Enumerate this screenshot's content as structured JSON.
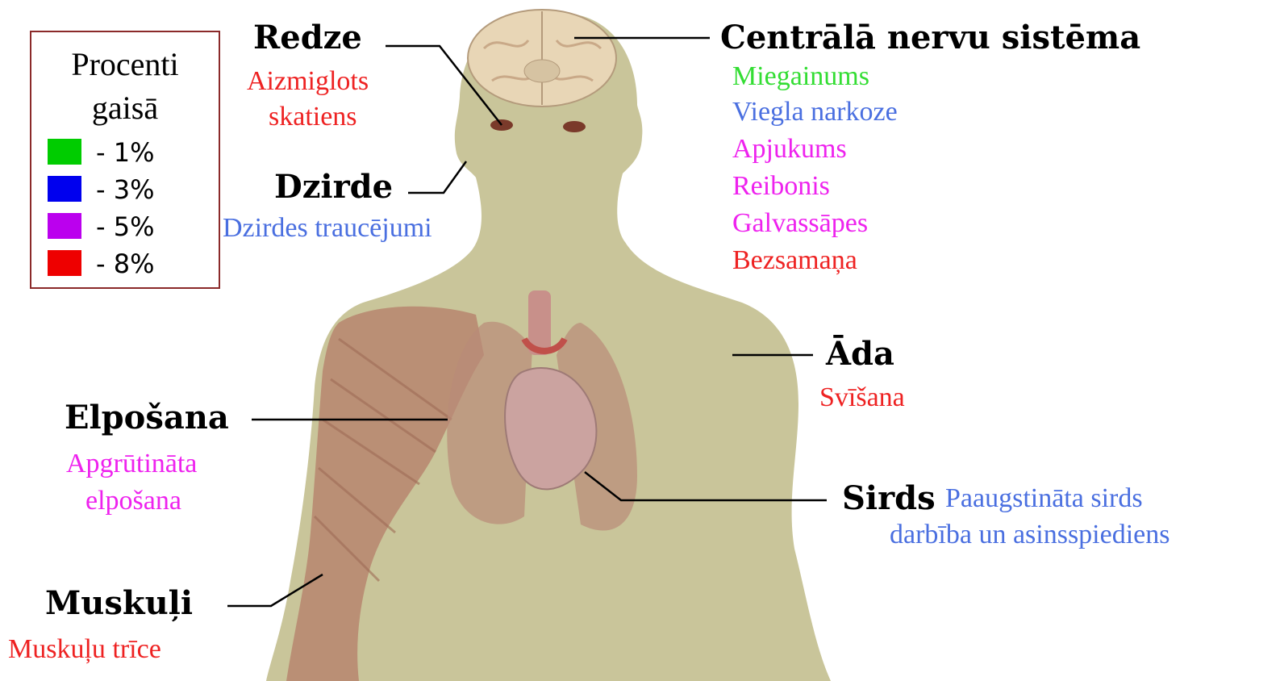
{
  "legend": {
    "title_line1": "Procenti",
    "title_line2": "gaisā",
    "items": [
      {
        "label": "- 1%",
        "color": "#00cc00"
      },
      {
        "label": "- 3%",
        "color": "#0000ee"
      },
      {
        "label": "- 5%",
        "color": "#bb00ee"
      },
      {
        "label": "- 8%",
        "color": "#ee0000"
      }
    ]
  },
  "colors": {
    "body": "#c9c59a",
    "green": "#33dd33",
    "blue": "#4a6fe0",
    "magenta": "#ee22ee",
    "red": "#ee2222"
  },
  "sections": {
    "redze": {
      "title": "Redze",
      "symptoms": [
        "Aizmiglots",
        "skatiens"
      ]
    },
    "dzirde": {
      "title": "Dzirde",
      "symptoms": [
        "Dzirdes traucējumi"
      ]
    },
    "cns": {
      "title": "Centrālā nervu sistēma",
      "symptoms": [
        "Miegainums",
        "Viegla narkoze",
        "Apjukums",
        "Reibonis",
        "Galvassāpes",
        "Bezsamaņa"
      ]
    },
    "ada": {
      "title": "Āda",
      "symptoms": [
        "Svīšana"
      ]
    },
    "elposana": {
      "title": "Elpošana",
      "symptoms": [
        "Apgrūtināta",
        "elpošana"
      ]
    },
    "sirds": {
      "title": "Sirds",
      "symptoms": [
        "Paaugstināta sirds",
        "darbība un asinsspiediens"
      ]
    },
    "muskuli": {
      "title": "Muskuļi",
      "symptoms": [
        "Muskuļu trīce"
      ]
    }
  }
}
